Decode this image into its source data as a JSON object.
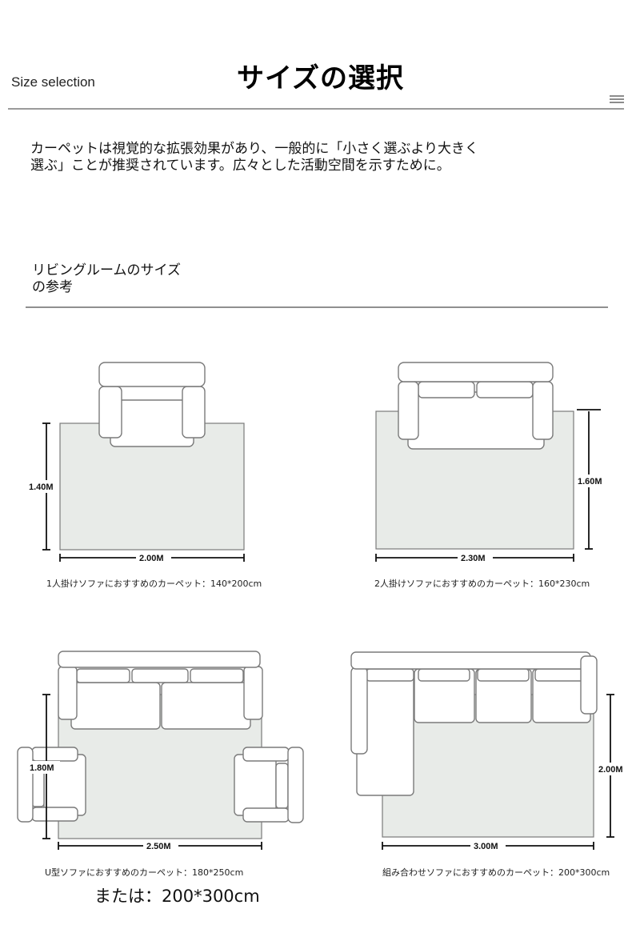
{
  "header": {
    "en_title": "Size selection",
    "jp_title": "サイズの選択",
    "menu_icon": "menu-icon"
  },
  "intro": "カーペットは視覚的な拡張効果があり、一般的に「小さく選ぶより大きく選ぶ」ことが推奨されています。広々とした活動空間を示すために。",
  "section": {
    "title_line1": "リビングルームのサイズ",
    "title_line2": "の参考"
  },
  "layouts": [
    {
      "width_label": "2.00M",
      "depth_label": "1.40M",
      "caption": "1人掛けソファにおすすめのカーペット：140*200cm"
    },
    {
      "width_label": "2.30M",
      "depth_label": "1.60M",
      "caption": "2人掛けソファにおすすめのカーペット：160*230cm"
    },
    {
      "width_label": "2.50M",
      "depth_label": "1.80M",
      "caption": "U型ソファにおすすめのカーペット：180*250cm"
    },
    {
      "width_label": "3.00M",
      "depth_label": "2.00M",
      "caption": "組み合わせソファにおすすめのカーペット：200*300cm"
    }
  ],
  "alternative": "または：200*300cm",
  "colors": {
    "rug": "#e8ebe8",
    "outline": "#7a7a7a",
    "dim_line": "#111111",
    "rule": "#9a9a9a"
  }
}
